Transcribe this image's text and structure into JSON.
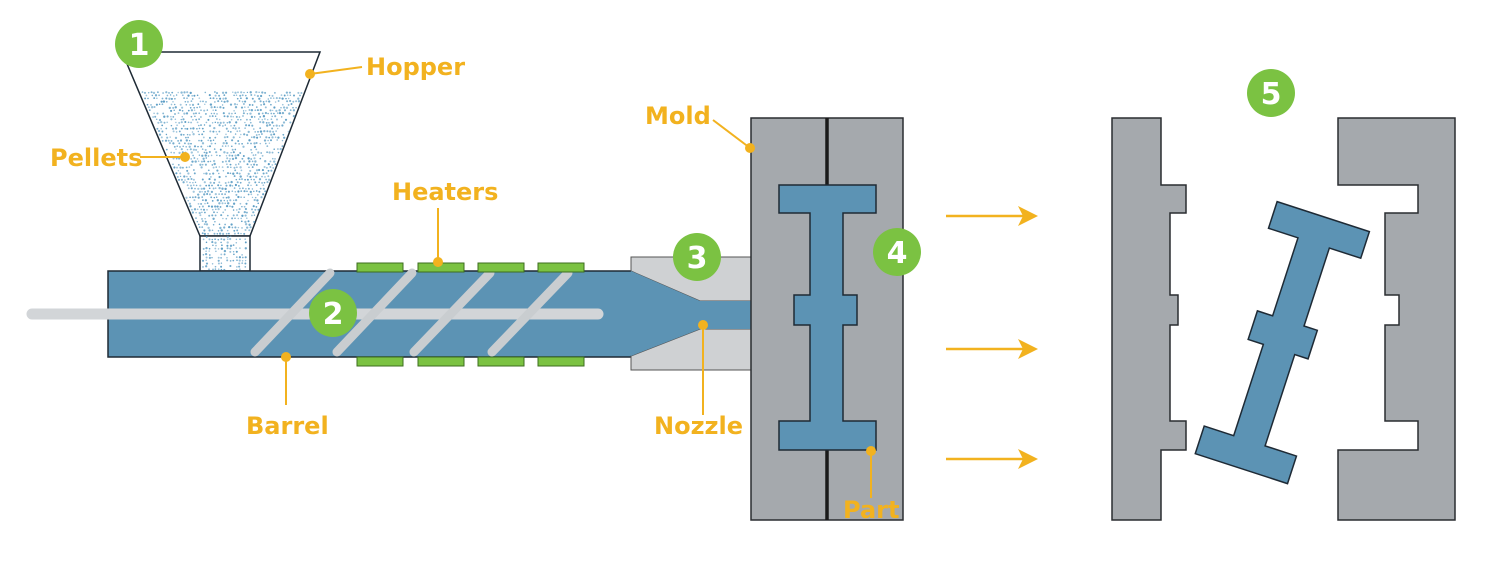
{
  "colors": {
    "label": "#F2B21F",
    "leader": "#F2B21F",
    "badge": "#7BC242",
    "badge_text": "#FFFFFF",
    "barrel": "#5C93B4",
    "barrel_outline": "#1E2A35",
    "screw": "#D2D5D8",
    "heater": "#7BC242",
    "mold": "#A5A9AD",
    "mold_outline": "#2A2D30",
    "part": "#5C93B4",
    "nozzle": "#CFD1D3",
    "pellets": "#5A9CC4"
  },
  "labels": {
    "hopper": "Hopper",
    "pellets": "Pellets",
    "heaters": "Heaters",
    "barrel": "Barrel",
    "mold": "Mold",
    "nozzle": "Nozzle",
    "part": "Part"
  },
  "steps": [
    "1",
    "2",
    "3",
    "4",
    "5"
  ],
  "icons": [
    "arrow-right-icon",
    "arrow-right-icon",
    "arrow-right-icon"
  ]
}
